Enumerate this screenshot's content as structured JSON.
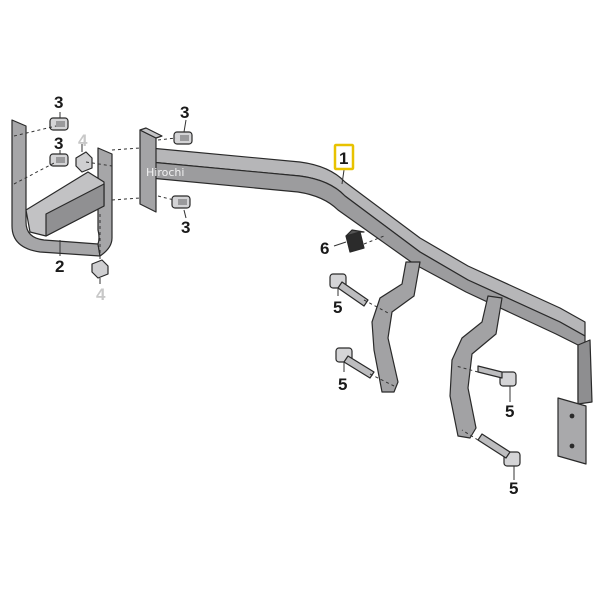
{
  "diagram": {
    "watermark": "Hirochi",
    "highlighted_part": "1",
    "colors": {
      "part_fill": "#a9a9ab",
      "part_fill_dark": "#8e8e90",
      "part_fill_light": "#c4c4c6",
      "highlight_border": "#e8c200",
      "ghost_label": "#c8c8c8"
    },
    "callouts": {
      "c3a": "3",
      "c3b": "3",
      "c3c": "3",
      "c3d": "3",
      "c4a": "4",
      "c4b": "4",
      "c2": "2",
      "c1": "1",
      "c6": "6",
      "c5a": "5",
      "c5b": "5",
      "c5c": "5",
      "c5d": "5"
    }
  }
}
